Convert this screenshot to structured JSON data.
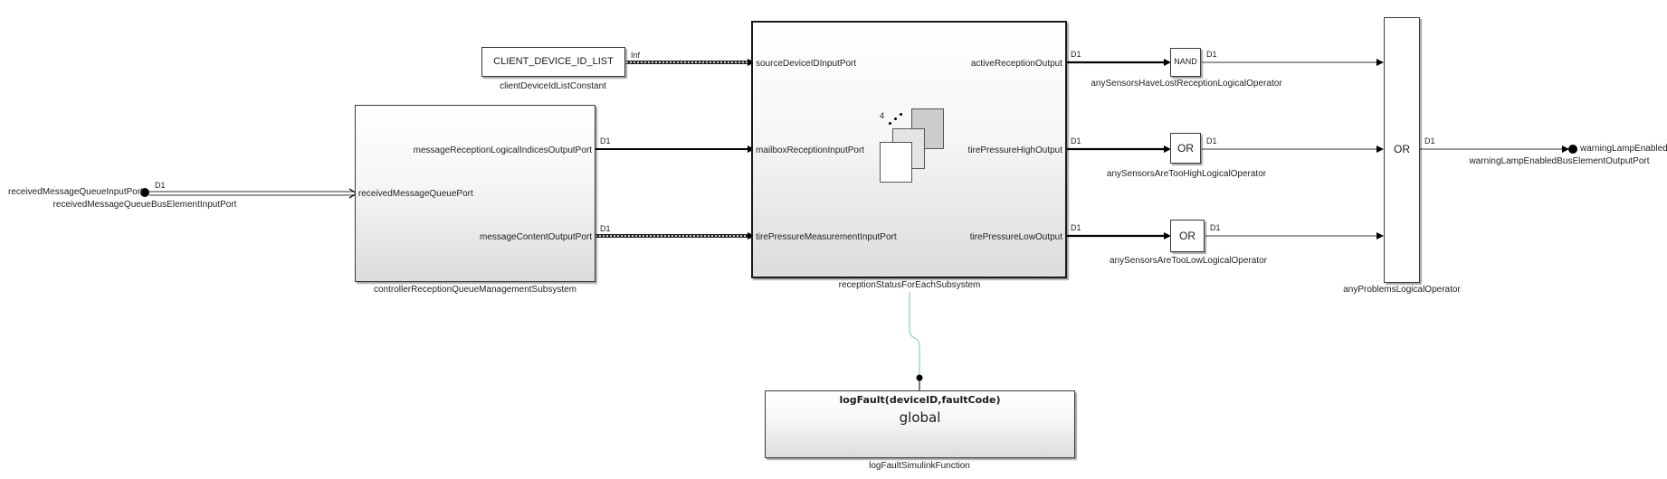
{
  "diagram": {
    "inport": {
      "port_name": "receivedMessageQueueInputPort",
      "block_name": "receivedMessageQueueBusElementInputPort",
      "signal_label": "D1"
    },
    "constant": {
      "value": "CLIENT_DEVICE_ID_LIST",
      "block_name": "clientDeviceIdListConstant",
      "signal_label": "Inf"
    },
    "controller_subsystem": {
      "block_name": "controllerReceptionQueueManagementSubsystem",
      "input_ports": [
        "receivedMessageQueuePort"
      ],
      "output_ports": [
        "messageReceptionLogicalIndicesOutputPort",
        "messageContentOutputPort"
      ],
      "output_signal_labels": [
        "D1",
        "D1"
      ]
    },
    "foreach_subsystem": {
      "block_name": "receptionStatusForEachSubsystem",
      "input_ports": [
        "sourceDeviceIDInputPort",
        "mailboxReceptionInputPort",
        "tirePressureMeasurementInputPort"
      ],
      "output_ports": [
        "activeReceptionOutput",
        "tirePressureHighOutput",
        "tirePressureLowOutput"
      ],
      "output_signal_labels": [
        "D1",
        "D1",
        "D1"
      ],
      "iteration_count": "4"
    },
    "logic_ops": [
      {
        "operator": "NAND",
        "block_name": "anySensorsHaveLostReceptionLogicalOperator",
        "signal_label": "D1"
      },
      {
        "operator": "OR",
        "block_name": "anySensorsAreTooHighLogicalOperator",
        "signal_label": "D1"
      },
      {
        "operator": "OR",
        "block_name": "anySensorsAreTooLowLogicalOperator",
        "signal_label": "D1"
      }
    ],
    "any_problems": {
      "operator": "OR",
      "block_name": "anyProblemsLogicalOperator",
      "signal_label": "D1"
    },
    "outport": {
      "port_name": "warningLampEnabled",
      "block_name": "warningLampEnabledBusElementOutputPort"
    },
    "simulink_function": {
      "prototype": "logFault(deviceID,faultCode)",
      "scope": "global",
      "block_name": "logFaultSimulinkFunction"
    },
    "colors": {
      "wire": "#000000",
      "function_call_line": "#8ec9d0",
      "block_border": "#3a3a3a"
    }
  }
}
